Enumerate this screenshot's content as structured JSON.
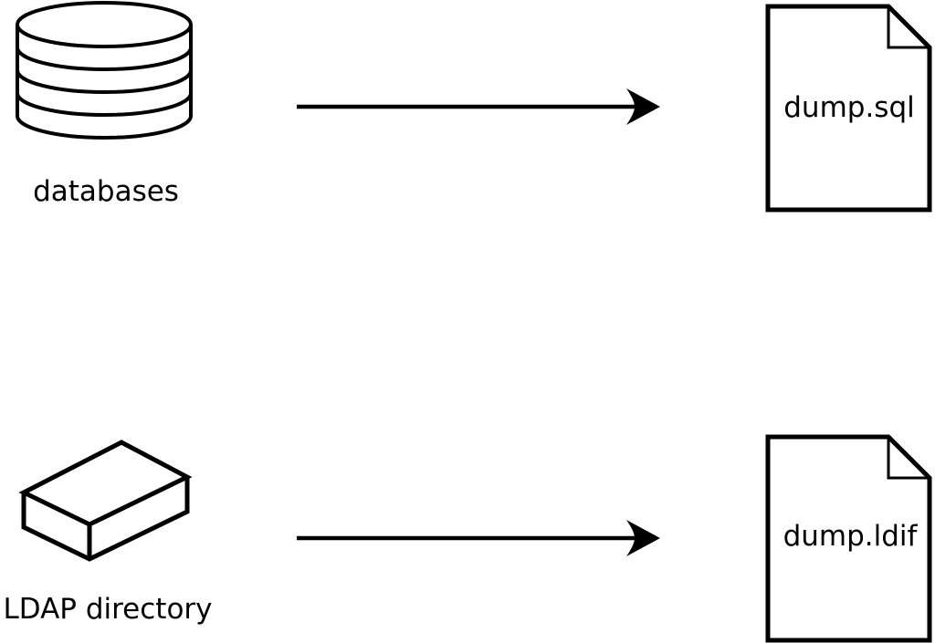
{
  "diagram": {
    "background_color": "#ffffff",
    "line_color": "#000000",
    "flows": [
      {
        "source_icon": "database-stack-icon",
        "source_label": "databases",
        "arrow_icon": "arrow-right-icon",
        "target_icon": "document-file-icon",
        "target_label": "dump.sql"
      },
      {
        "source_icon": "box-3d-icon",
        "source_label": "LDAP directory",
        "arrow_icon": "arrow-right-icon",
        "target_icon": "document-file-icon",
        "target_label": "dump.ldif"
      }
    ]
  }
}
